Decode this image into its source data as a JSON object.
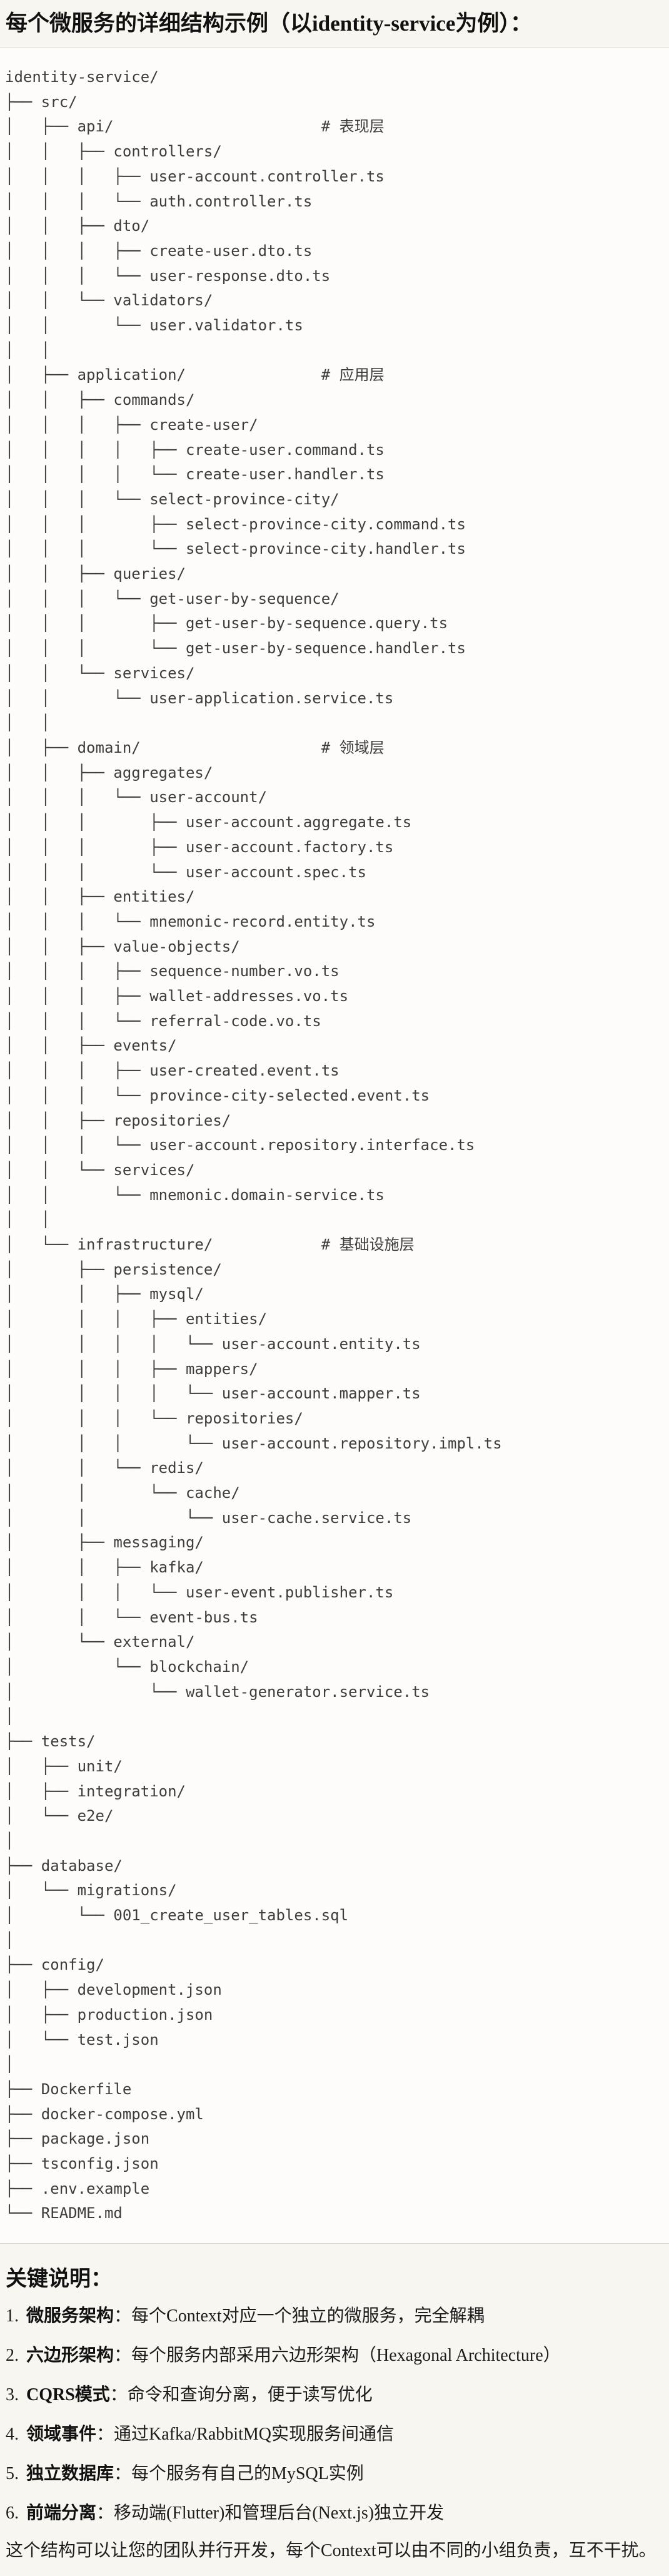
{
  "title": "每个微服务的详细结构示例（以identity-service为例）：",
  "code_block": {
    "language": "plaintext-tree",
    "lines": [
      "identity-service/",
      "├── src/",
      "│   ├── api/                       # 表现层",
      "│   │   ├── controllers/",
      "│   │   │   ├── user-account.controller.ts",
      "│   │   │   └── auth.controller.ts",
      "│   │   ├── dto/",
      "│   │   │   ├── create-user.dto.ts",
      "│   │   │   └── user-response.dto.ts",
      "│   │   └── validators/",
      "│   │       └── user.validator.ts",
      "│   │",
      "│   ├── application/               # 应用层",
      "│   │   ├── commands/",
      "│   │   │   ├── create-user/",
      "│   │   │   │   ├── create-user.command.ts",
      "│   │   │   │   └── create-user.handler.ts",
      "│   │   │   └── select-province-city/",
      "│   │   │       ├── select-province-city.command.ts",
      "│   │   │       └── select-province-city.handler.ts",
      "│   │   ├── queries/",
      "│   │   │   └── get-user-by-sequence/",
      "│   │   │       ├── get-user-by-sequence.query.ts",
      "│   │   │       └── get-user-by-sequence.handler.ts",
      "│   │   └── services/",
      "│   │       └── user-application.service.ts",
      "│   │",
      "│   ├── domain/                    # 领域层",
      "│   │   ├── aggregates/",
      "│   │   │   └── user-account/",
      "│   │   │       ├── user-account.aggregate.ts",
      "│   │   │       ├── user-account.factory.ts",
      "│   │   │       └── user-account.spec.ts",
      "│   │   ├── entities/",
      "│   │   │   └── mnemonic-record.entity.ts",
      "│   │   ├── value-objects/",
      "│   │   │   ├── sequence-number.vo.ts",
      "│   │   │   ├── wallet-addresses.vo.ts",
      "│   │   │   └── referral-code.vo.ts",
      "│   │   ├── events/",
      "│   │   │   ├── user-created.event.ts",
      "│   │   │   └── province-city-selected.event.ts",
      "│   │   ├── repositories/",
      "│   │   │   └── user-account.repository.interface.ts",
      "│   │   └── services/",
      "│   │       └── mnemonic.domain-service.ts",
      "│   │",
      "│   └── infrastructure/            # 基础设施层",
      "│       ├── persistence/",
      "│       │   ├── mysql/",
      "│       │   │   ├── entities/",
      "│       │   │   │   └── user-account.entity.ts",
      "│       │   │   ├── mappers/",
      "│       │   │   │   └── user-account.mapper.ts",
      "│       │   │   └── repositories/",
      "│       │   │       └── user-account.repository.impl.ts",
      "│       │   └── redis/",
      "│       │       └── cache/",
      "│       │           └── user-cache.service.ts",
      "│       ├── messaging/",
      "│       │   ├── kafka/",
      "│       │   │   └── user-event.publisher.ts",
      "│       │   └── event-bus.ts",
      "│       └── external/",
      "│           └── blockchain/",
      "│               └── wallet-generator.service.ts",
      "│",
      "├── tests/",
      "│   ├── unit/",
      "│   ├── integration/",
      "│   └── e2e/",
      "│",
      "├── database/",
      "│   └── migrations/",
      "│       └── 001_create_user_tables.sql",
      "│",
      "├── config/",
      "│   ├── development.json",
      "│   ├── production.json",
      "│   └── test.json",
      "│",
      "├── Dockerfile",
      "├── docker-compose.yml",
      "├── package.json",
      "├── tsconfig.json",
      "├── .env.example",
      "└── README.md"
    ]
  },
  "notes": {
    "heading": "关键说明：",
    "items": [
      {
        "num": "1.",
        "label": "微服务架构",
        "text": "：每个Context对应一个独立的微服务，完全解耦"
      },
      {
        "num": "2.",
        "label": "六边形架构",
        "text": "：每个服务内部采用六边形架构（Hexagonal Architecture）"
      },
      {
        "num": "3.",
        "label": "CQRS模式",
        "text": "：命令和查询分离，便于读写优化"
      },
      {
        "num": "4.",
        "label": "领域事件",
        "text": "：通过Kafka/RabbitMQ实现服务间通信"
      },
      {
        "num": "5.",
        "label": "独立数据库",
        "text": "：每个服务有自己的MySQL实例"
      },
      {
        "num": "6.",
        "label": "前端分离",
        "text": "：移动端(Flutter)和管理后台(Next.js)独立开发"
      }
    ],
    "footer": "这个结构可以让您的团队并行开发，每个Context可以由不同的小组负责，互不干扰。"
  },
  "colors": {
    "page_bg": "#f8f6f1",
    "code_bg": "#fdfcfa",
    "divider": "#dcd9d2",
    "tree_text": "#3d3d3d",
    "body_text": "#1c1c1c",
    "heading_text": "#111111"
  }
}
